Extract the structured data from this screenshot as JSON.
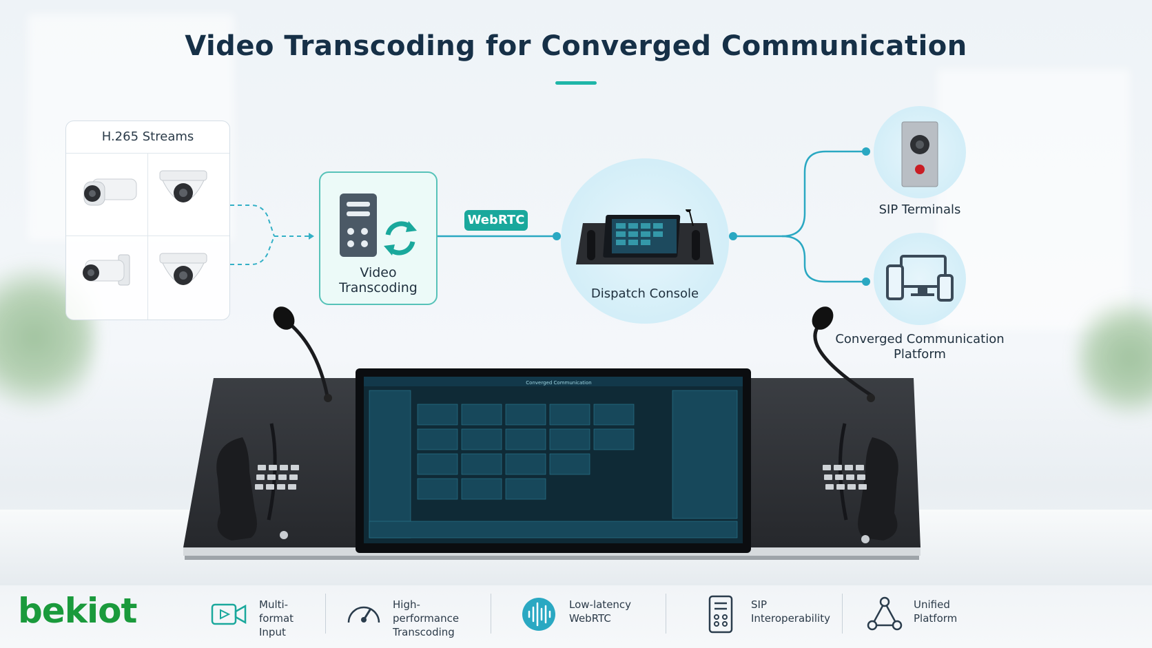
{
  "title": "Video Transcoding for Converged Communication",
  "accent_color": "#1fb5a8",
  "nodes": {
    "streams": {
      "label": "H.265 Streams"
    },
    "transcoding": {
      "label_line1": "Video",
      "label_line2": "Transcoding"
    },
    "link_badge": "WebRTC",
    "dispatch": {
      "label": "Dispatch Console"
    },
    "sip": {
      "label": "SIP Terminals"
    },
    "platform": {
      "label_line1": "Converged Communication",
      "label_line2": "Platform"
    }
  },
  "screen": {
    "header": "Converged Communication"
  },
  "features": [
    {
      "icon": "video-icon",
      "text": "Multi-format\nInput"
    },
    {
      "icon": "speedometer-icon",
      "text": "High-performance\nTranscoding"
    },
    {
      "icon": "waveform-icon",
      "text": "Low-latency\nWebRTC"
    },
    {
      "icon": "sip-device-icon",
      "text": "SIP\nInteroperability"
    },
    {
      "icon": "network-icon",
      "text": "Unified\nPlatform"
    }
  ],
  "logo": "bekiot"
}
